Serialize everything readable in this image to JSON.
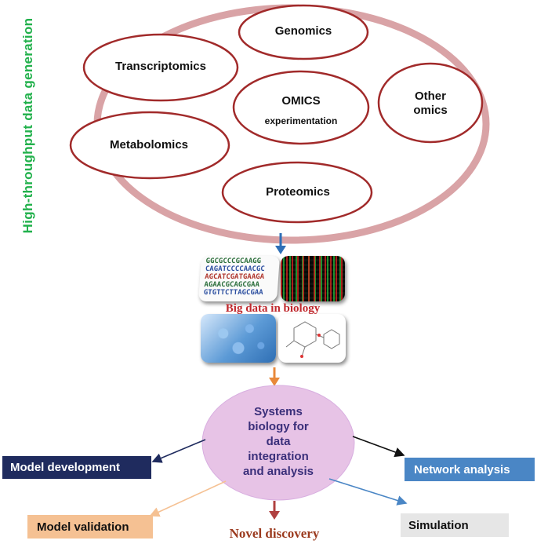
{
  "side_title": "High-throughput  data  generation",
  "omics": {
    "genomics": "Genomics",
    "transcriptomics": "Transcriptomics",
    "omics_title": "OMICS",
    "omics_subtitle": "experimentation",
    "other_line1": "Other",
    "other_line2": "omics",
    "metabolomics": "Metabolomics",
    "proteomics": "Proteomics"
  },
  "big_data_label": "Big data in biology",
  "dna_lines": [
    "GGCGCCCGCAAGG",
    "CAGATCCCCAACGC",
    "AGCATCGATGAAGA",
    "AGAACGCAGCGAA",
    "GTGTTCTTAGCGAA"
  ],
  "systems": [
    "Systems",
    "biology for",
    "data",
    "integration",
    "and analysis"
  ],
  "outputs": {
    "model_development": "Model development",
    "network_analysis": "Network analysis",
    "model_validation": "Model validation",
    "novel_discovery": "Novel discovery",
    "simulation": "Simulation"
  },
  "colors": {
    "outer_ring": "#d9a3a6",
    "ellipse_stroke": "#a12a2a",
    "side_title": "#22b14c",
    "big_data_text": "#c0282d",
    "systems_fill": "#e7c3e6",
    "systems_text": "#3a2f7a",
    "model_development_fill": "#1f2b5e",
    "network_analysis_fill": "#4a86c5",
    "model_validation_fill": "#f5c193",
    "simulation_fill": "#e6e6e6",
    "novel_discovery_text": "#9b3a1e",
    "arrow_blue": "#2e6fb7",
    "arrow_orange": "#e8893a",
    "arrow_red": "#b04040"
  }
}
